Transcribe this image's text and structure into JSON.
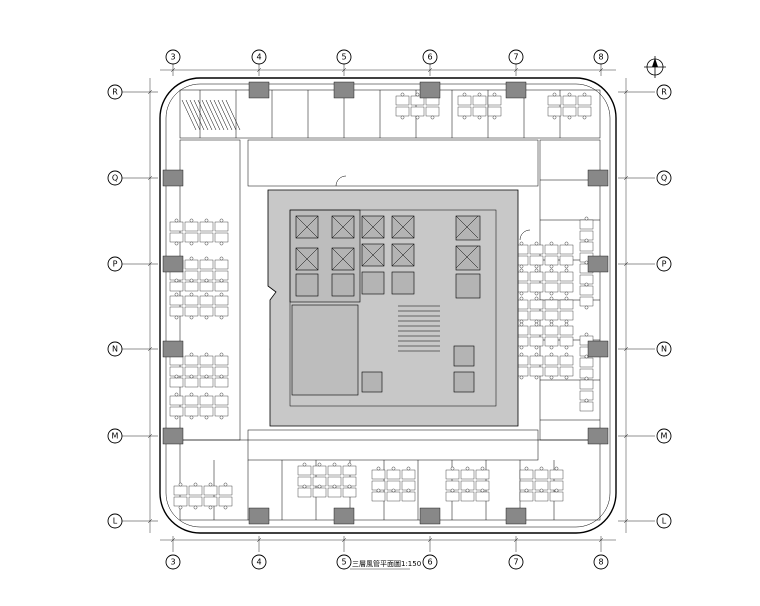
{
  "drawing": {
    "title": "三層風管平面圖1:150",
    "north_symbol": "north-arrow"
  },
  "grid": {
    "columns": [
      "3",
      "4",
      "5",
      "6",
      "7",
      "8"
    ],
    "rows": [
      "R",
      "Q",
      "P",
      "N",
      "M",
      "L"
    ]
  }
}
